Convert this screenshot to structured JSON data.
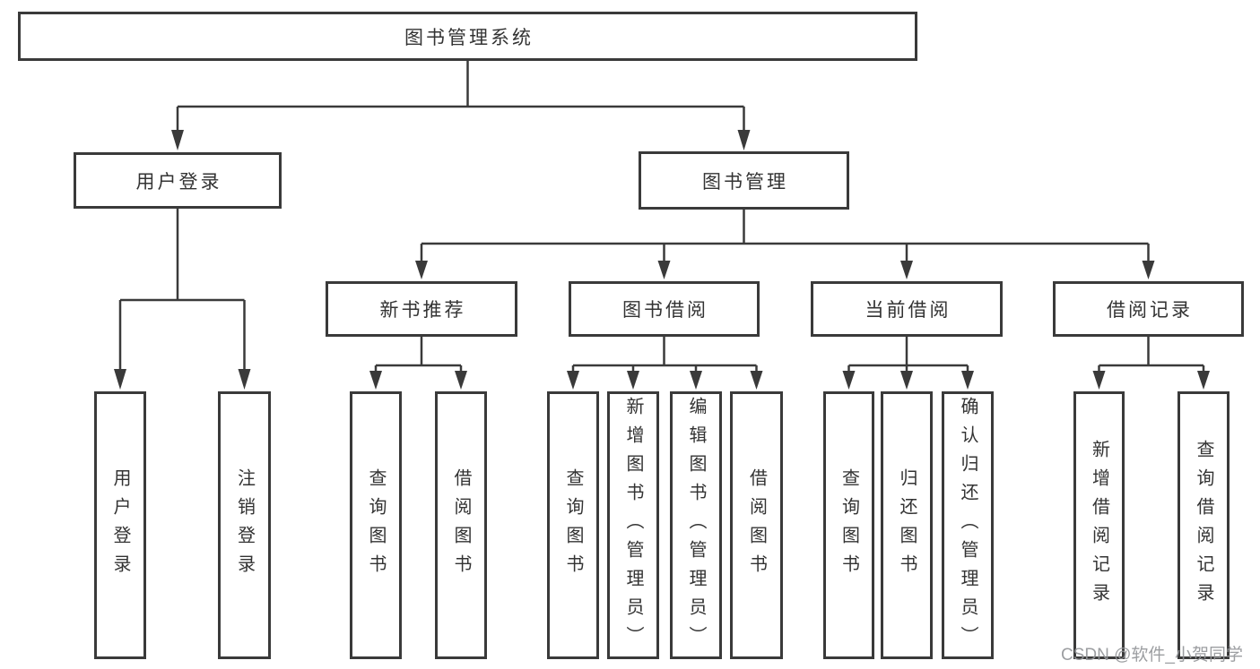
{
  "diagram": {
    "type": "hierarchy-tree",
    "tree": {
      "label": "图书管理系统",
      "children": [
        {
          "label": "用户登录",
          "children": [
            {
              "label": "用户登录"
            },
            {
              "label": "注销登录"
            }
          ]
        },
        {
          "label": "图书管理",
          "children": [
            {
              "label": "新书推荐",
              "children": [
                {
                  "label": "查询图书"
                },
                {
                  "label": "借阅图书"
                }
              ]
            },
            {
              "label": "图书借阅",
              "children": [
                {
                  "label": "查询图书"
                },
                {
                  "label": "新增图书（管理员）"
                },
                {
                  "label": "编辑图书（管理员）"
                },
                {
                  "label": "借阅图书"
                }
              ]
            },
            {
              "label": "当前借阅",
              "children": [
                {
                  "label": "查询图书"
                },
                {
                  "label": "归还图书"
                },
                {
                  "label": "确认归还（管理员）"
                }
              ]
            },
            {
              "label": "借阅记录",
              "children": [
                {
                  "label": "新增借阅记录"
                },
                {
                  "label": "查询借阅记录"
                }
              ]
            }
          ]
        }
      ]
    },
    "colors": {
      "line": "#3a3a3a",
      "text": "#333333",
      "box_fill": "#ffffff",
      "background": "#ffffff",
      "watermark": "#949699"
    }
  },
  "watermark": {
    "text": "CSDN @软件_小贺同学"
  }
}
